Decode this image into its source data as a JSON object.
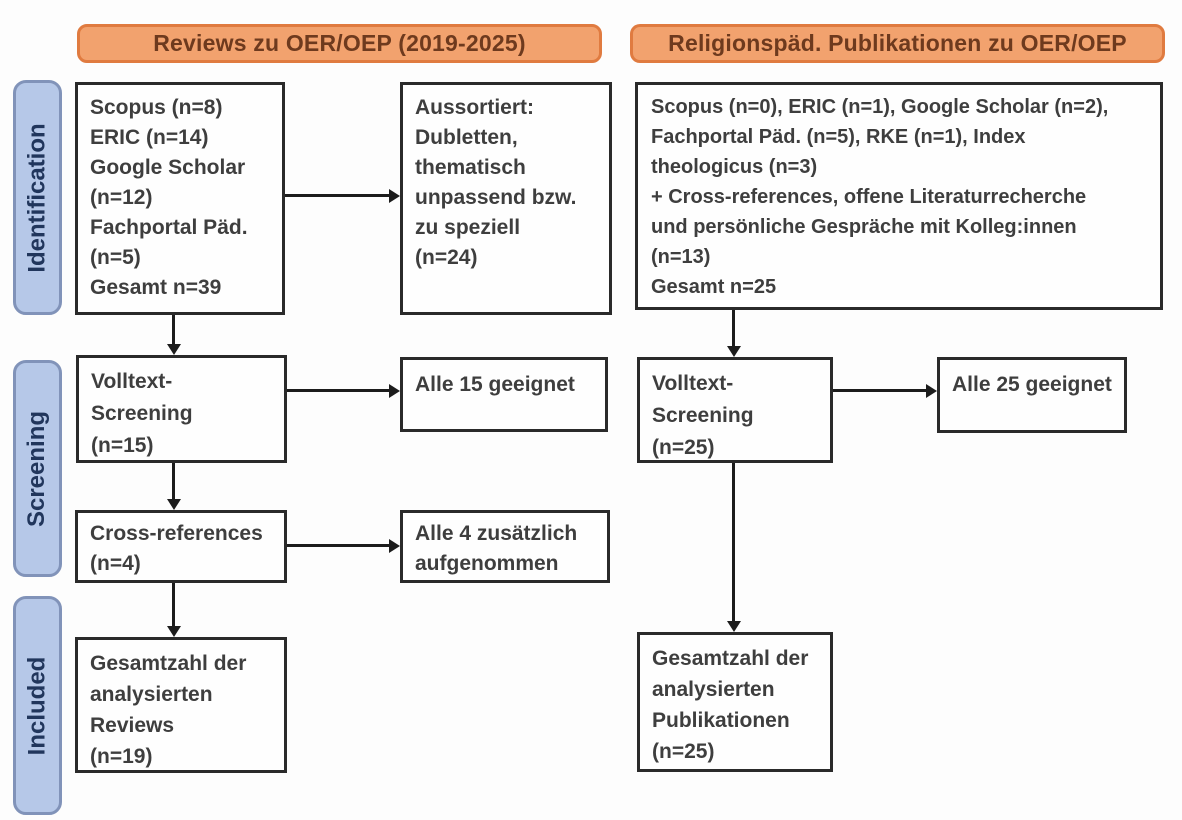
{
  "colors": {
    "header_fill": "#F2A26E",
    "header_border": "#E07B40",
    "header_text": "#6E3A1E",
    "stage_fill": "#B6C8E8",
    "stage_border": "#8193B9",
    "stage_text": "#21365C",
    "box_border": "#2A2A2A",
    "box_text": "#3E3E3E",
    "arrow": "#1C1C1C"
  },
  "headers": {
    "left": "Reviews zu OER/OEP (2019-2025)",
    "right": "Religionspäd. Publikationen zu OER/OEP"
  },
  "stages": {
    "identification": "Identification",
    "screening": "Screening",
    "included": "Included"
  },
  "left_column": {
    "sources": "Scopus (n=8)\nERIC (n=14)\nGoogle Scholar\n(n=12)\nFachportal Päd.\n(n=5)\nGesamt n=39",
    "excluded": "Aussortiert:\nDubletten,\nthematisch\nunpassend bzw.\nzu speziell\n(n=24)",
    "fulltext_screening": "Volltext-\nScreening\n(n=15)",
    "fulltext_result": "Alle 15 geeignet",
    "cross_references": "Cross-references\n(n=4)",
    "cross_references_result": "Alle 4 zusätzlich\naufgenommen",
    "included_total": "Gesamtzahl der\nanalysierten\nReviews\n(n=19)"
  },
  "right_column": {
    "sources": "Scopus (n=0), ERIC (n=1), Google Scholar (n=2),\nFachportal Päd. (n=5), RKE (n=1), Index\ntheologicus (n=3)\n+ Cross-references, offene Literaturrecherche\nund persönliche Gespräche mit Kolleg:innen\n(n=13)\nGesamt n=25",
    "fulltext_screening": "Volltext-\nScreening\n(n=25)",
    "fulltext_result": "Alle 25 geeignet",
    "included_total": "Gesamtzahl der\nanalysierten\nPublikationen\n(n=25)"
  }
}
